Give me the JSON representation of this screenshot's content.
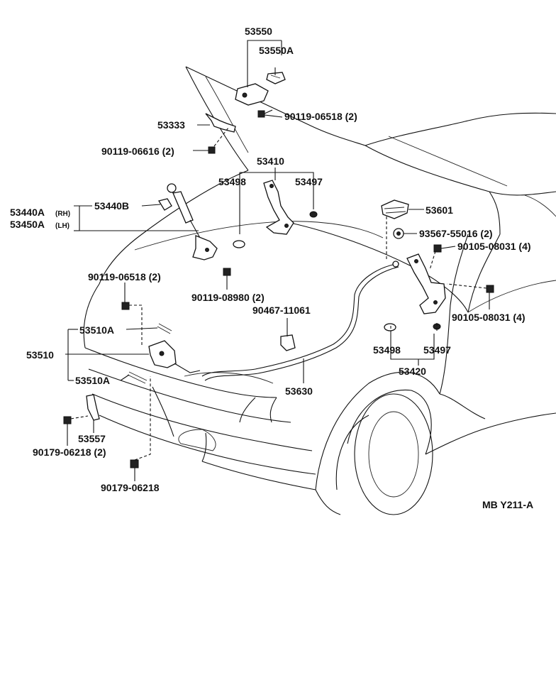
{
  "labels": {
    "p53550": "53550",
    "p53550A": "53550A",
    "p53333": "53333",
    "b90119_06518_top": "90119-06518 (2)",
    "b90119_06616": "90119-06616 (2)",
    "p53410": "53410",
    "p53498_top": "53498",
    "p53497_top": "53497",
    "p53440A": "53440A",
    "p53440A_side": "(RH)",
    "p53450A": "53450A",
    "p53450A_side": "(LH)",
    "p53440B": "53440B",
    "p53601": "53601",
    "n93567": "93567-55016 (2)",
    "b90105_upper": "90105-08031 (4)",
    "b90105_lower": "90105-08031 (4)",
    "b90119_06518_mid": "90119-06518 (2)",
    "b90119_08980": "90119-08980 (2)",
    "c90467": "90467-11061",
    "p53510A_upper": "53510A",
    "p53510": "53510",
    "p53510A_lower": "53510A",
    "p53498_bot": "53498",
    "p53497_bot": "53497",
    "p53420": "53420",
    "p53630": "53630",
    "p53557": "53557",
    "b90179_06218_2": "90179-06218 (2)",
    "b90179_06218": "90179-06218",
    "code": "MB  Y211-A"
  }
}
